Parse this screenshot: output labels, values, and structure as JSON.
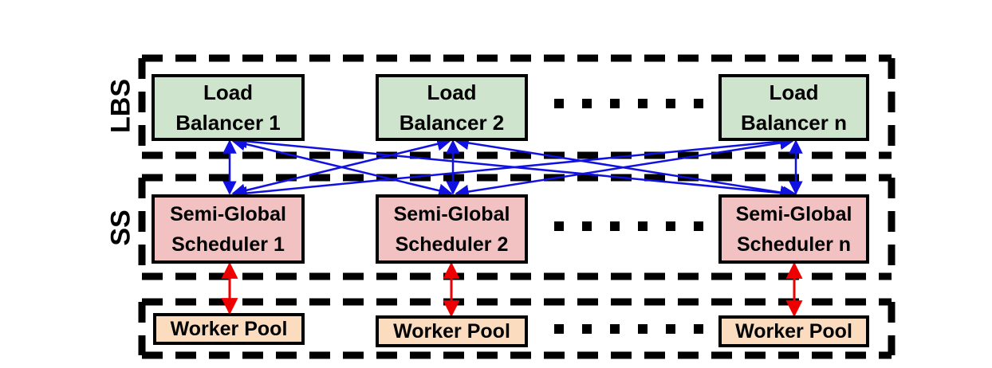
{
  "layers": {
    "lbs_label": "LBS",
    "ss_label": "SS"
  },
  "load_balancers": [
    {
      "line1": "Load",
      "line2": "Balancer 1"
    },
    {
      "line1": "Load",
      "line2": "Balancer 2"
    },
    {
      "line1": "Load",
      "line2": "Balancer n"
    }
  ],
  "schedulers": [
    {
      "line1": "Semi-Global",
      "line2": "Scheduler 1"
    },
    {
      "line1": "Semi-Global",
      "line2": "Scheduler 2"
    },
    {
      "line1": "Semi-Global",
      "line2": "Scheduler n"
    }
  ],
  "worker_pools": [
    {
      "label": "Worker Pool"
    },
    {
      "label": "Worker Pool"
    },
    {
      "label": "Worker Pool"
    }
  ],
  "colors": {
    "load_balancer_fill": "#cfe4cc",
    "scheduler_fill": "#f2c1c1",
    "worker_pool_fill": "#fbdcbf",
    "lb_ss_arrows": "#1010e0",
    "ss_worker_arrows": "#ee0000"
  },
  "icons": {
    "ellipsis": "dotted-ellipsis"
  }
}
